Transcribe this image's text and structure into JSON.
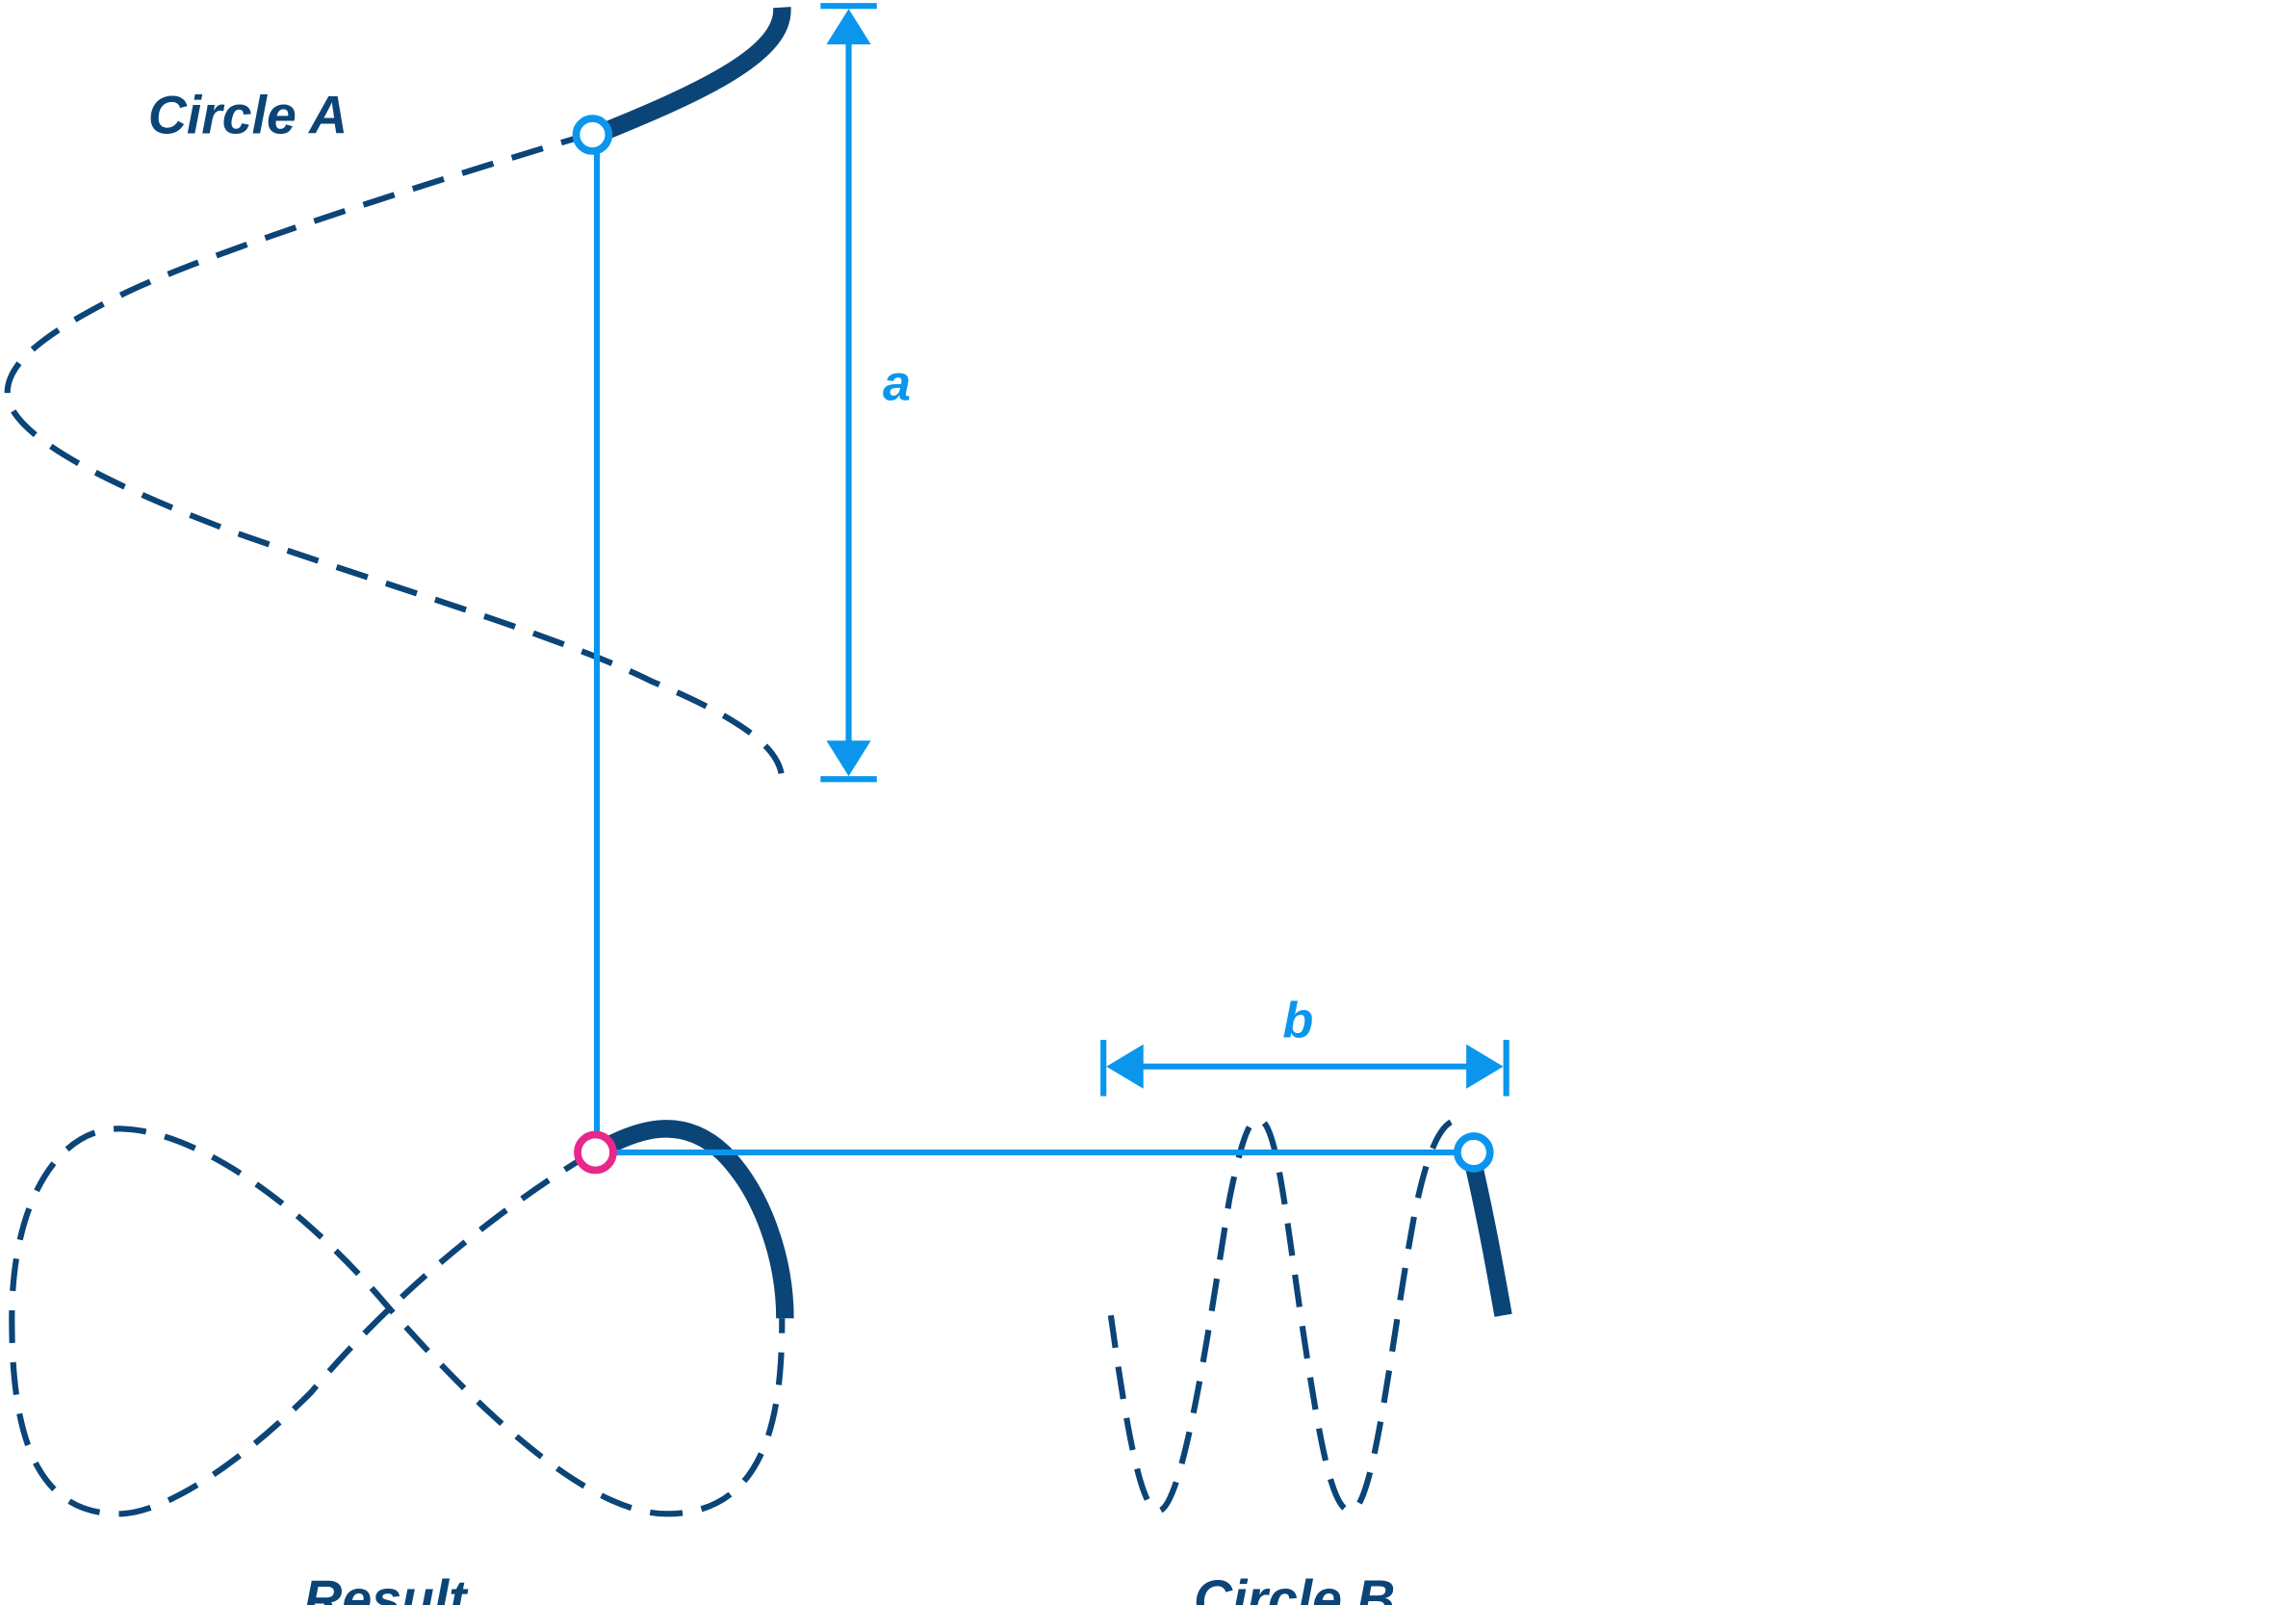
{
  "colors": {
    "curve": "#0b4477",
    "guide": "#0a96ec",
    "result_point": "#e8278b",
    "background": "#ffffff"
  },
  "labels": {
    "circle_a": "Circle A",
    "circle_b": "Circle B",
    "result": "Result",
    "dimension_a": "a",
    "dimension_b": "b"
  }
}
